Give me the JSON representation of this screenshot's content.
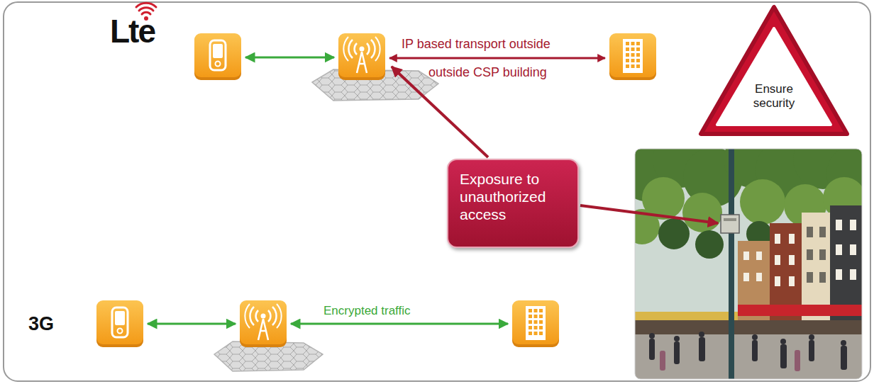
{
  "diagram": {
    "nodes": [
      {
        "text": [
          "Ensure security"
        ]
      },
      {
        "text": [
          "Exposure to unauthorized access"
        ]
      }
    ],
    "labels": [
      "Lte",
      "IP based transport outside",
      "outside CSP building",
      "3G",
      "Encrypted traffic"
    ]
  }
}
